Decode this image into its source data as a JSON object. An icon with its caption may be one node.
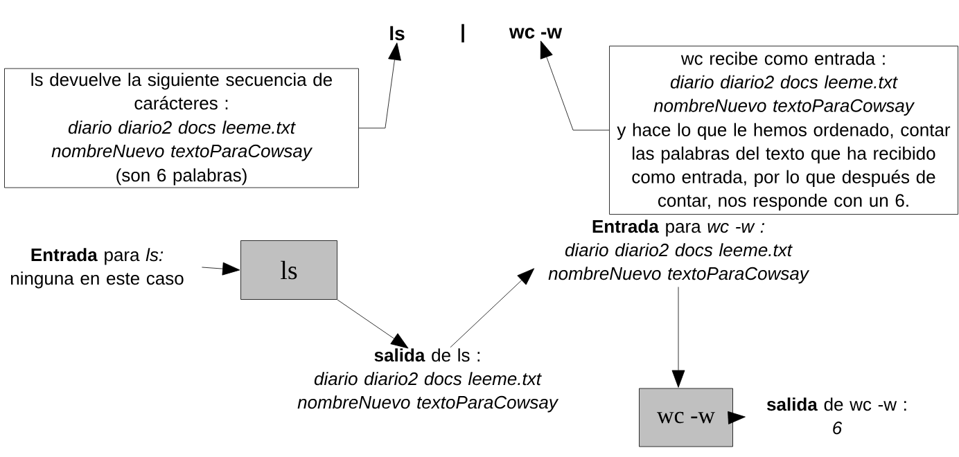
{
  "diagram": {
    "nodes": [
      {
        "text": [
          "ls"
        ]
      },
      {
        "text": [
          "wc -w"
        ]
      },
      {
        "text": [
          "ls devuelve la siguiente secuencia de carácteres :",
          "diario diario2 docs leeme.txt nombreNuevo textoParaCowsay",
          "(son 6 palabras)"
        ]
      },
      {
        "text": [
          "wc recibe como entrada :",
          "diario diario2 docs leeme.txt nombreNuevo textoParaCowsay",
          "y hace lo que le hemos ordenado, contar las palabras del texto que ha recibido como entrada, por lo que después de contar, nos responde con un 6."
        ]
      },
      {
        "text": [
          "**Entrada** para *ls:*",
          "ninguna en este caso"
        ]
      },
      {
        "text": [
          "ls"
        ]
      },
      {
        "text": [
          "**salida** de ls :",
          "diario diario2 docs leeme.txt nombreNuevo textoParaCowsay"
        ]
      },
      {
        "text": [
          "**Entrada** para *wc -w :*",
          "diario diario2 docs leeme.txt nombreNuevo textoParaCowsay"
        ]
      },
      {
        "text": [
          "wc -w"
        ]
      },
      {
        "text": [
          "**salida** de wc -w :",
          "6"
        ]
      }
    ],
    "edges": [
      {
        "from": 2,
        "to": 0,
        "arrow": "to"
      },
      {
        "from": 3,
        "to": 1,
        "arrow": "to"
      },
      {
        "from": 4,
        "to": 5,
        "arrow": "to"
      },
      {
        "from": 5,
        "to": 6,
        "arrow": "to"
      },
      {
        "from": 6,
        "to": 7,
        "arrow": "to"
      },
      {
        "from": 7,
        "to": 8,
        "arrow": "to"
      },
      {
        "from": 8,
        "to": 9,
        "arrow": "to"
      }
    ],
    "labels": [
      "|"
    ]
  }
}
